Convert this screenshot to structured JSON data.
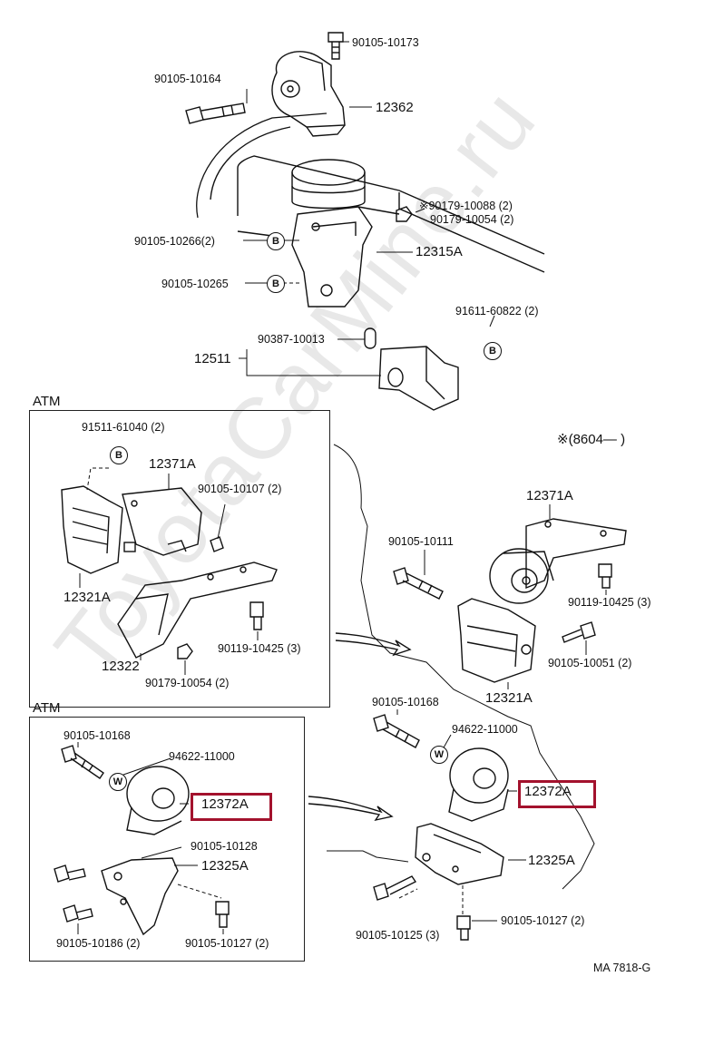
{
  "watermark": "ToyotaCarMine.ru",
  "sections": {
    "atm_top": "ATM",
    "atm_bottom": "ATM",
    "date_code": "※(8604—        )"
  },
  "footer_code": "MA  7818-G",
  "callouts": {
    "b": "B",
    "w": "W"
  },
  "highlight_color": "#a3122d",
  "labels": {
    "p_90105_10173": "90105-10173",
    "p_90105_10164": "90105-10164",
    "p_12362": "12362",
    "p_90179_10088": "※90179-10088 (2)",
    "p_90179_10054_a": "90179-10054 (2)",
    "p_90105_10266": "90105-10266(2)",
    "p_12315A": "12315A",
    "p_90105_10265": "90105-10265",
    "p_91611_60822": "91611-60822 (2)",
    "p_90387_10013": "90387-10013",
    "p_12511": "12511",
    "p_91511_61040": "91511-61040 (2)",
    "p_12371A_left": "12371A",
    "p_90105_10107": "90105-10107 (2)",
    "p_12321A_left": "12321A",
    "p_90119_10425_left": "90119-10425 (3)",
    "p_12322": "12322",
    "p_90179_10054_b": "90179-10054 (2)",
    "p_12371A_right": "12371A",
    "p_90105_10111": "90105-10111",
    "p_90119_10425_right": "90119-10425 (3)",
    "p_90105_10051": "90105-10051 (2)",
    "p_12321A_right": "12321A",
    "p_90105_10168_left": "90105-10168",
    "p_94622_11000_left": "94622-11000",
    "p_12372A_left": "12372A",
    "p_90105_10128": "90105-10128",
    "p_12325A_left": "12325A",
    "p_90105_10186": "90105-10186 (2)",
    "p_90105_10127_left": "90105-10127 (2)",
    "p_90105_10168_right": "90105-10168",
    "p_94622_11000_right": "94622-11000",
    "p_12372A_right": "12372A",
    "p_12325A_right": "12325A",
    "p_90105_10125": "90105-10125 (3)",
    "p_90105_10127_right": "90105-10127 (2)"
  }
}
